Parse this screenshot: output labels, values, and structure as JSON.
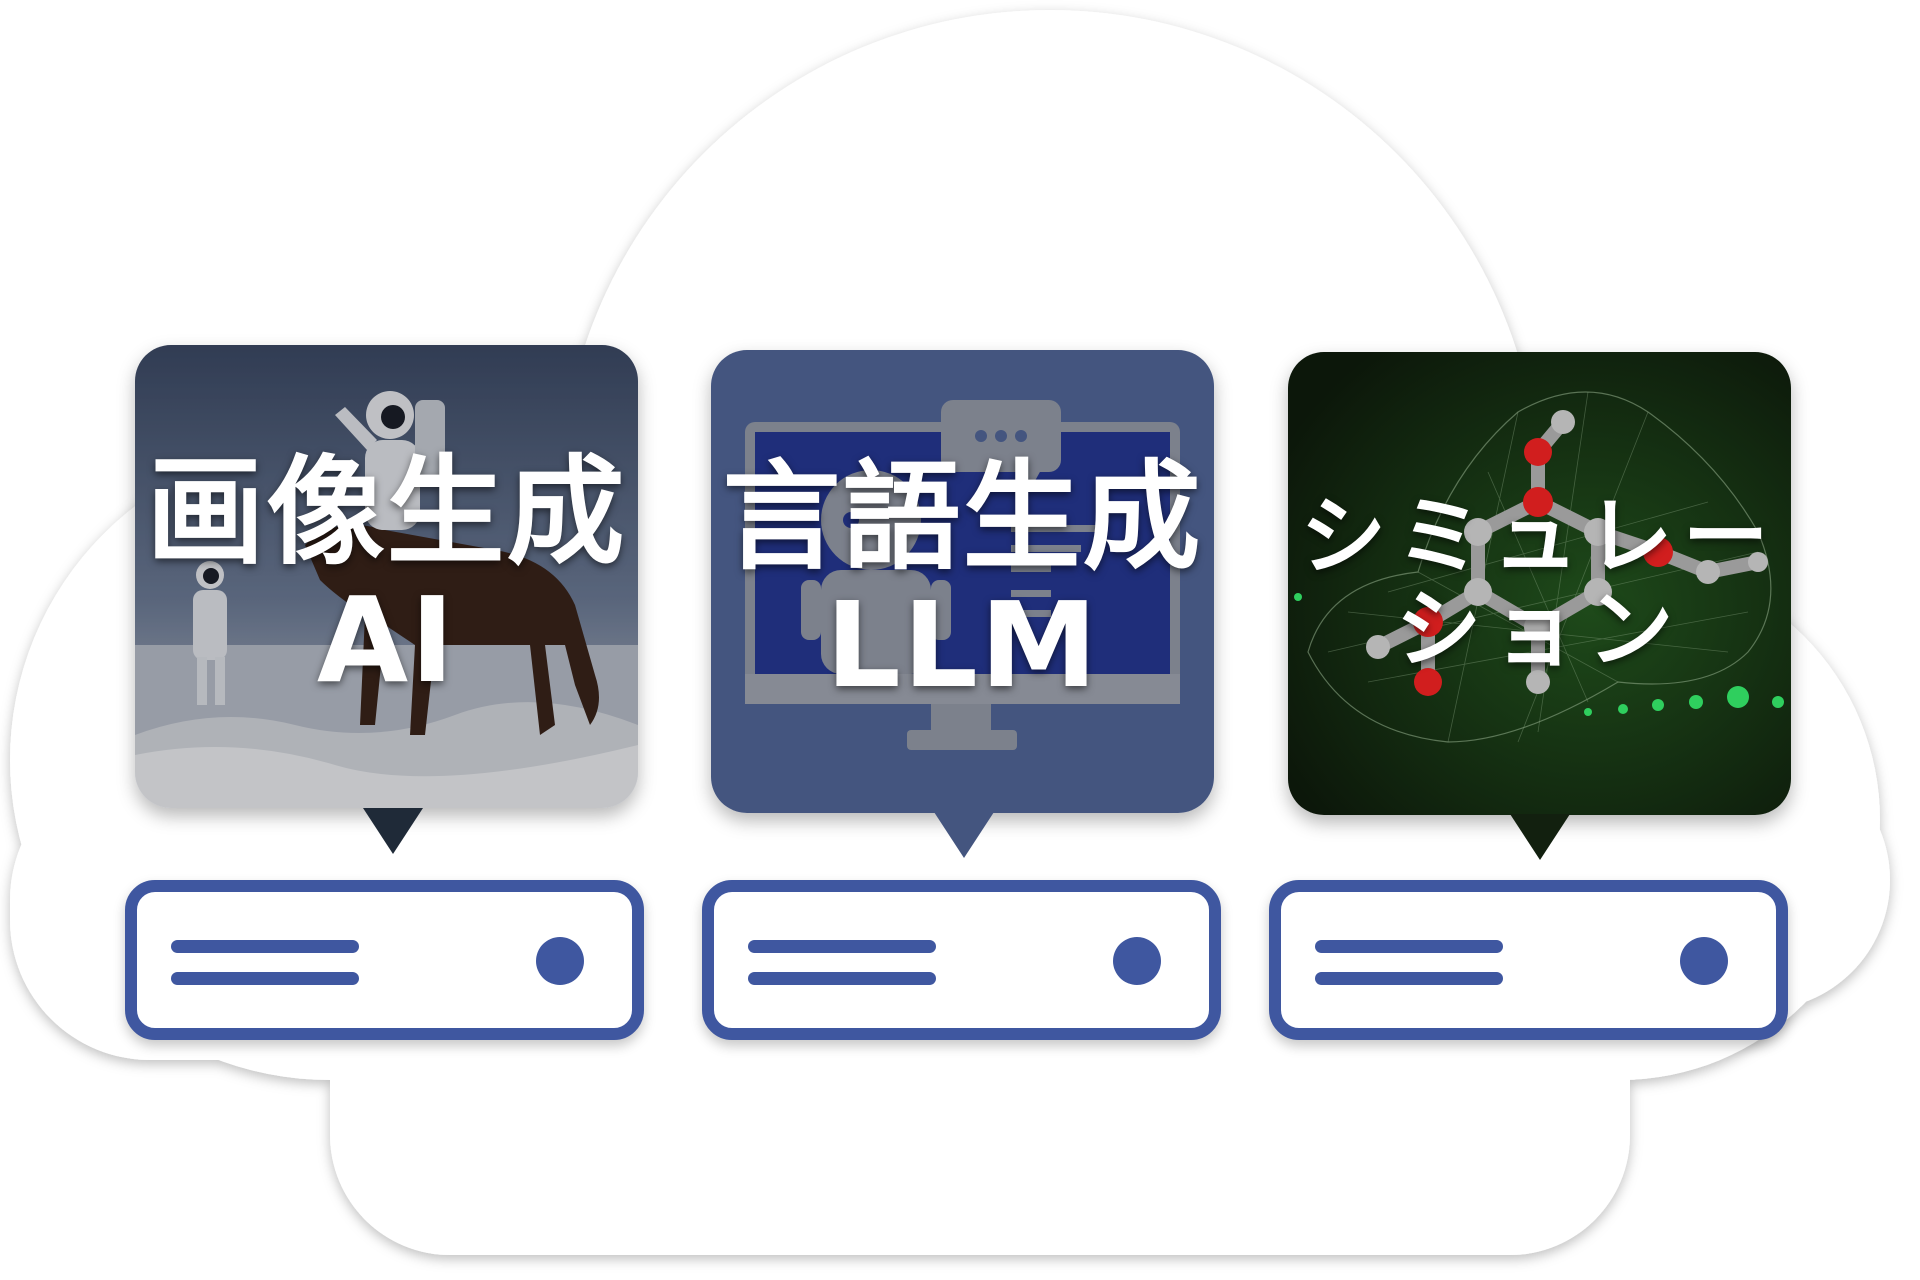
{
  "cards": [
    {
      "id": "image-gen",
      "lines": [
        "画像生成",
        "AI"
      ]
    },
    {
      "id": "language-gen",
      "lines": [
        "言語生成",
        "LLM"
      ]
    },
    {
      "id": "simulation",
      "lines": [
        "シミュレー",
        "ション"
      ]
    }
  ],
  "colors": {
    "server_blue": "#3f57a0",
    "llm_card": "#44557f",
    "sim_card": "#12200f",
    "molecule_green": "#2fcf5e",
    "oxygen_red": "#d11e1e"
  }
}
